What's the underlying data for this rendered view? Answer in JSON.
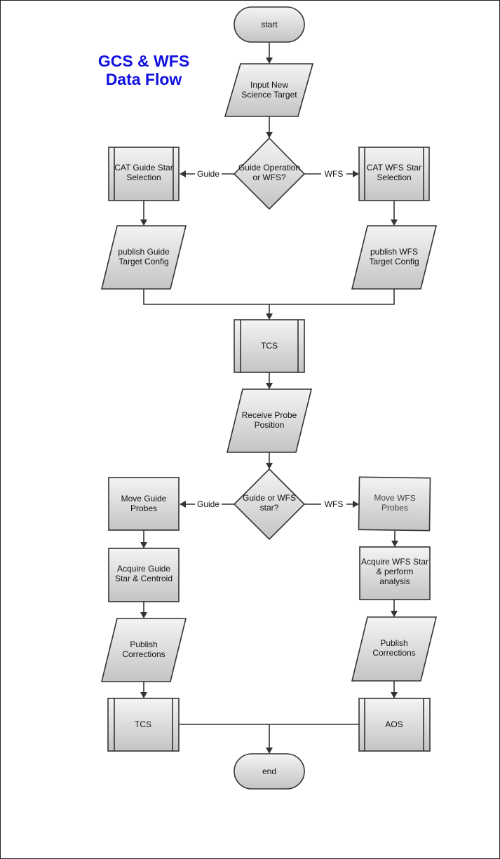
{
  "title": {
    "line1": "GCS & WFS",
    "line2": "Data Flow"
  },
  "colors": {
    "title": "#1010e0",
    "node_top": "#f4f4f4",
    "node_bottom": "#c4c4c4",
    "stroke": "#333333",
    "page_border": "#222222"
  },
  "nodes": {
    "start": {
      "lines": [
        "start"
      ]
    },
    "input_target": {
      "lines": [
        "Input New",
        "Science Target"
      ]
    },
    "decision_guide_wfs": {
      "lines": [
        "Guide Operation",
        "or WFS?"
      ]
    },
    "cat_guide": {
      "lines": [
        "CAT Guide Star",
        "Selection"
      ]
    },
    "cat_wfs": {
      "lines": [
        "CAT WFS Star",
        "Selection"
      ]
    },
    "publish_guide_config": {
      "lines": [
        "publish Guide",
        "Target Config"
      ]
    },
    "publish_wfs_config": {
      "lines": [
        "publish WFS",
        "Target Config"
      ]
    },
    "tcs_top": {
      "lines": [
        "TCS"
      ]
    },
    "receive_probe": {
      "lines": [
        "Receive Probe",
        "Position"
      ]
    },
    "decision_star": {
      "lines": [
        "Guide or WFS",
        "star?"
      ]
    },
    "move_guide": {
      "lines": [
        "Move Guide",
        "Probes"
      ]
    },
    "move_wfs": {
      "lines": [
        "Move WFS",
        "Probes"
      ]
    },
    "acquire_guide": {
      "lines": [
        "Acquire Guide",
        "Star & Centroid"
      ]
    },
    "acquire_wfs": {
      "lines": [
        "Acquire WFS Star",
        "& perform",
        "analysis"
      ]
    },
    "publish_corr_guide": {
      "lines": [
        "Publish",
        "Corrections"
      ]
    },
    "publish_corr_wfs": {
      "lines": [
        "Publish",
        "Corrections"
      ]
    },
    "tcs_bottom": {
      "lines": [
        "TCS"
      ]
    },
    "aos": {
      "lines": [
        "AOS"
      ]
    },
    "end": {
      "lines": [
        "end"
      ]
    }
  },
  "edge_labels": {
    "guide_1": "Guide",
    "wfs_1": "WFS",
    "guide_2": "Guide",
    "wfs_2": "WFS"
  }
}
